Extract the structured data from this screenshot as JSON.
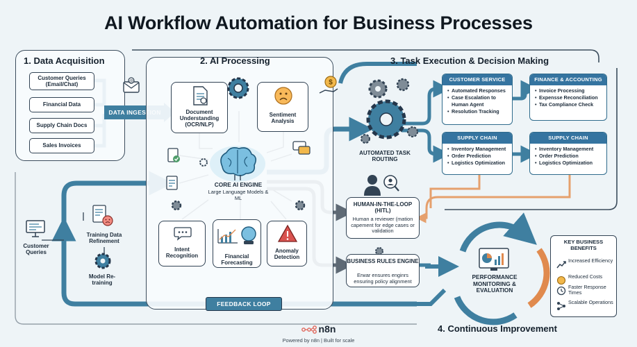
{
  "title": "AI Workflow Automation for Business Processes",
  "sections": {
    "data_acquisition": "1. Data Acquisition",
    "ai_processing": "2. AI Processing",
    "task_execution": "3. Task Execution & Decision Making",
    "continuous_improvement": "4. Continuous Improvement"
  },
  "data_sources": [
    "Customer Queries (Email/Chat)",
    "Financial Data",
    "Supply Chain Docs",
    "Sales Invoices"
  ],
  "data_ingestion": "DATA INGESTION",
  "ai_processing": {
    "document_understanding": "Document Understanding (OCR/NLP)",
    "sentiment_analysis": "Sentiment Analysis",
    "core_engine_title": "CORE AI ENGINE",
    "core_engine_subtitle": "Large Language Models & ML",
    "intent_recognition": "Intent Recognition",
    "financial_forecasting": "Financial Forecasting",
    "anomaly_detection": "Anomaly Detection"
  },
  "task_routing": "AUTOMATED TASK ROUTING",
  "departments": [
    {
      "title": "CUSTOMER SERVICE",
      "items": [
        "Automated Responses",
        "Case Escalation to Human Agent",
        "Resolution Tracking"
      ]
    },
    {
      "title": "FINANCE & ACCOUNTING",
      "items": [
        "Invoice Processing",
        "Expensse Reconciliation",
        "Tax Compliance Check"
      ]
    },
    {
      "title": "SUPPLY CHAIN",
      "items": [
        "Inventory Management",
        "Order Prediction",
        "Logistics Optimization"
      ]
    },
    {
      "title": "SUPPLY CHAIN",
      "items": [
        "Inventory Management",
        "Order Prediction",
        "Logistics Optimization"
      ]
    }
  ],
  "hitl": {
    "title": "HUMAN-IN-THE-LOOP (HITL)",
    "desc": "Human a reviewer (mation capement for edge cases or validation"
  },
  "rules_engine": {
    "title": "BUSINESS RULES ENGINE",
    "desc": "Erwar ensures enginrs ensuring policy alignment"
  },
  "monitoring": "PERFORMANCE MONITORING & EVALUATION",
  "benefits": {
    "title": "KEY BUSINESS BENEFITS",
    "items": [
      "Increased Efficiency",
      "Reduced Costs",
      "Faster Response Times",
      "Scalable Operations"
    ]
  },
  "feedback": {
    "customer_queries": "Customer Queries",
    "training_refinement": "Training Data Refinement",
    "model_retraining": "Model Re-training",
    "feedback_loop": "FEEDBACK LOOP"
  },
  "footer": {
    "logo": "n8n",
    "caption": "Powered by n8n | Built for scale"
  },
  "colors": {
    "arrow_teal": "#3f7fa0",
    "arrow_gray": "#5f6a75",
    "arrow_orange": "#e5a06d",
    "dept_header": "#3574a0",
    "outline": "#324354"
  },
  "icons": [
    "envelope-icon",
    "document-icon",
    "gear-icon",
    "sad-face-icon",
    "dollar-hand-icon",
    "brain-icon",
    "chat-icon",
    "line-chart-icon",
    "warning-icon",
    "person-icon",
    "monitor-icon",
    "dashboard-icon"
  ]
}
